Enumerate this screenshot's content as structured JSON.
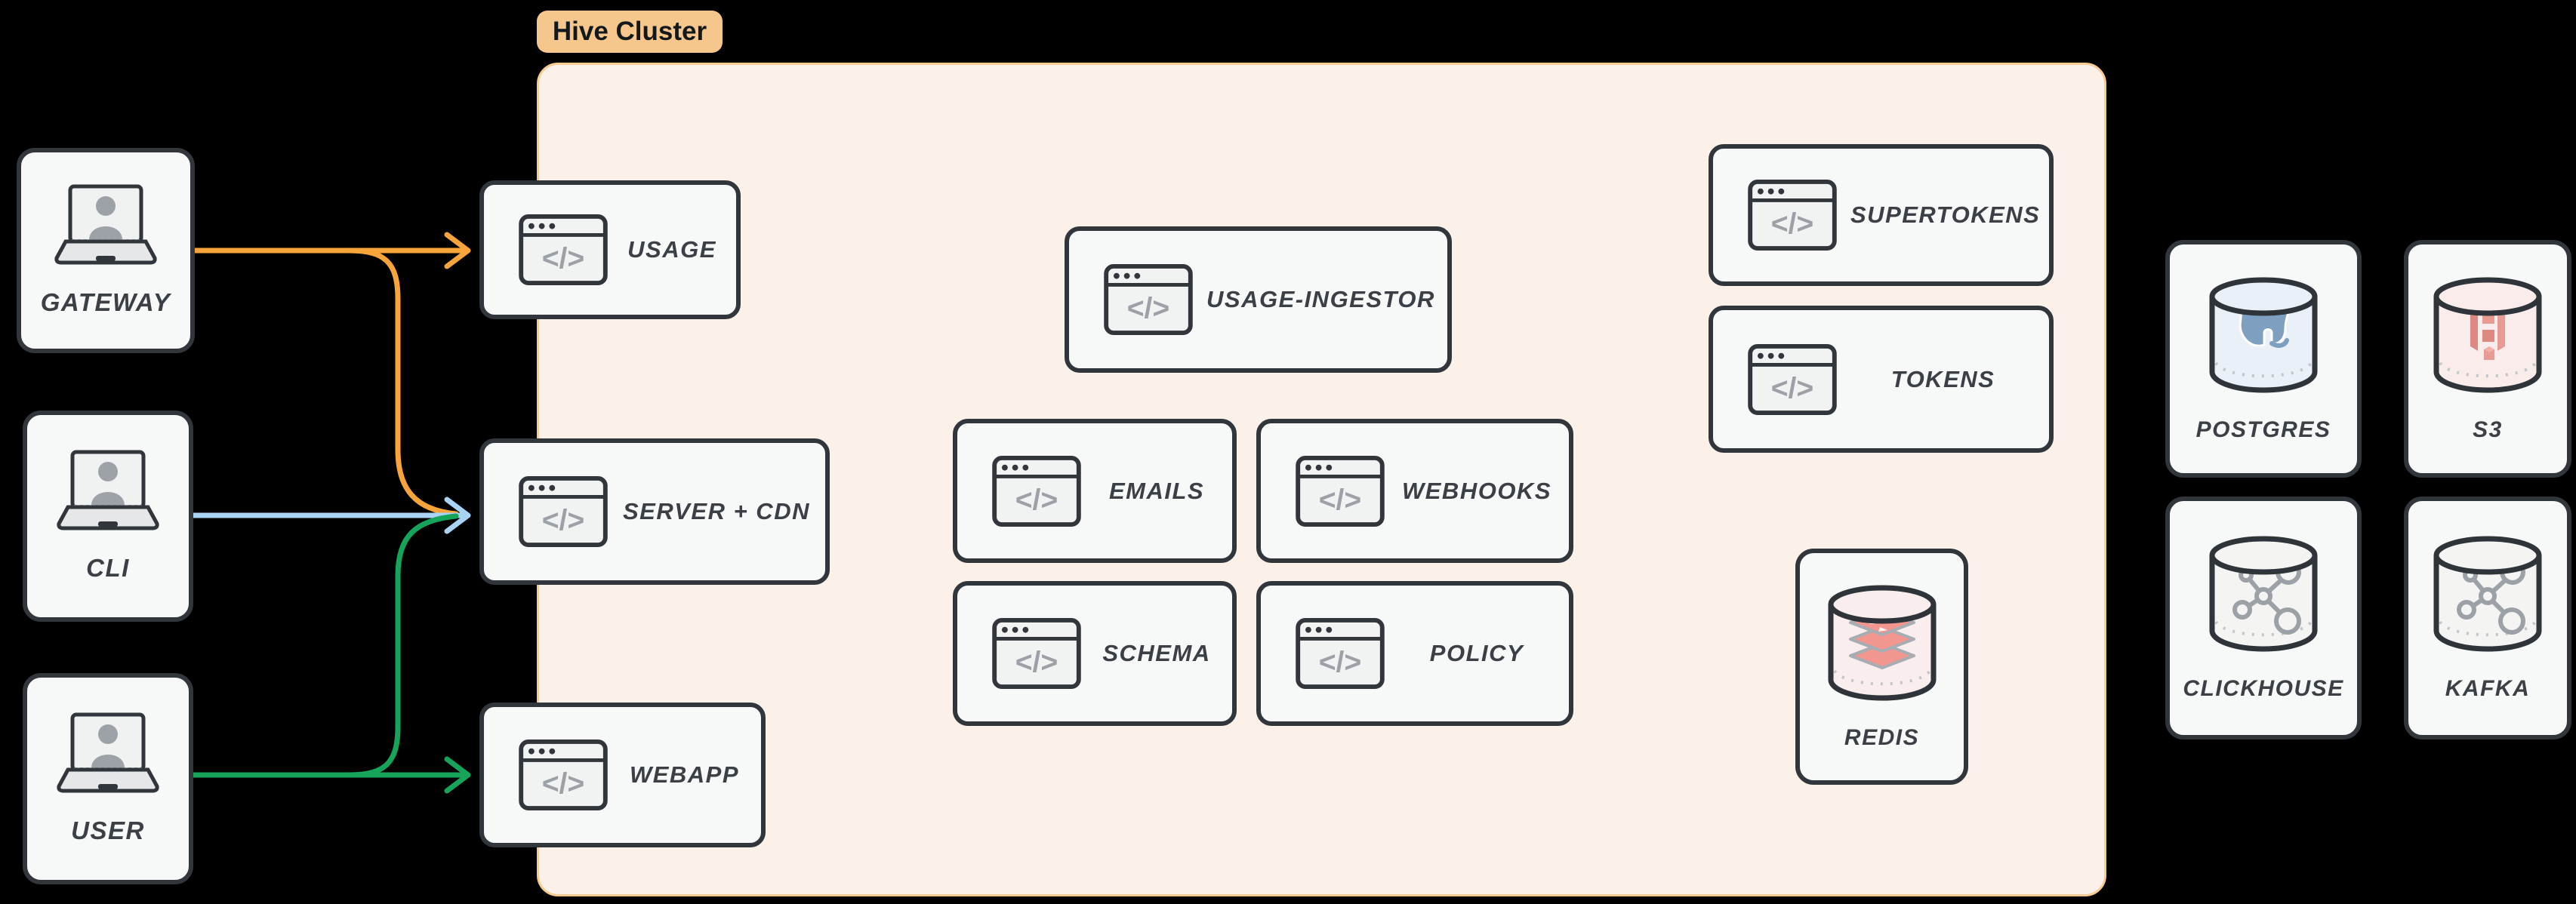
{
  "cluster": {
    "badge_label": "Hive Cluster"
  },
  "clients": {
    "gateway": {
      "label": "GATEWAY"
    },
    "cli": {
      "label": "CLI"
    },
    "user": {
      "label": "USER"
    }
  },
  "services": {
    "usage": {
      "label": "USAGE"
    },
    "server_cdn": {
      "label": "SERVER + CDN"
    },
    "webapp": {
      "label": "WEBAPP"
    },
    "usage_ingestor": {
      "label": "USAGE-INGESTOR"
    },
    "emails": {
      "label": "EMAILS"
    },
    "webhooks": {
      "label": "WEBHOOKS"
    },
    "schema": {
      "label": "SCHEMA"
    },
    "policy": {
      "label": "POLICY"
    },
    "supertokens": {
      "label": "SUPERTOKENS"
    },
    "tokens": {
      "label": "TOKENS"
    }
  },
  "datastores": {
    "redis": {
      "label": "REDIS"
    },
    "postgres": {
      "label": "POSTGRES"
    },
    "s3": {
      "label": "S3"
    },
    "clickhouse": {
      "label": "CLICKHOUSE"
    },
    "kafka": {
      "label": "KAFKA"
    }
  },
  "glyphs": {
    "code": "</>"
  },
  "connections": [
    {
      "from": "GATEWAY",
      "to": "USAGE",
      "color": "#F7A43B"
    },
    {
      "from": "GATEWAY",
      "to": "SERVER + CDN",
      "color": "#F7A43B"
    },
    {
      "from": "CLI",
      "to": "SERVER + CDN",
      "color": "#A9D3F5"
    },
    {
      "from": "USER",
      "to": "SERVER + CDN",
      "color": "#16A35A"
    },
    {
      "from": "USER",
      "to": "WEBAPP",
      "color": "#16A35A"
    }
  ],
  "colors": {
    "background": "#000000",
    "cluster_fill": "#FCF1E8",
    "cluster_border": "#F7CB94",
    "badge_fill": "#F5C78C",
    "node_fill": "#F7F8F8",
    "node_border": "#30363C",
    "label_text": "#3A4046",
    "icon_gray": "#9BA1A7",
    "arrow_orange": "#F7A43B",
    "arrow_blue": "#A9D3F5",
    "arrow_green": "#16A35A",
    "redis_accent": "#F19790",
    "postgres_accent": "#7E9FC0",
    "s3_accent": "#DD8983"
  }
}
